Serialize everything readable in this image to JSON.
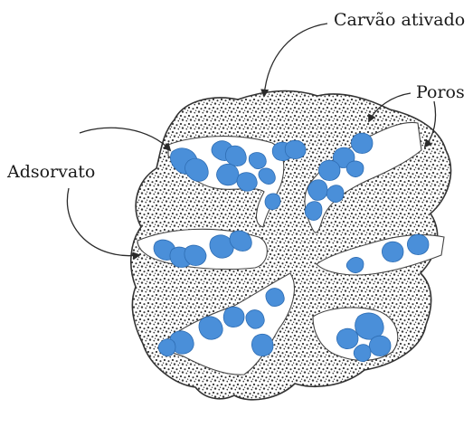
{
  "labels": {
    "activated_carbon": "Carvão ativado",
    "pores": "Poros",
    "adsorbate": "Adsorvato"
  },
  "colors": {
    "adsorbate_fill": "#4a8fd9",
    "adsorbate_stroke": "#2e6db3",
    "carbon_speckle": "#3a3a3a",
    "carbon_background": "#ffffff",
    "outline": "#333333",
    "arrow": "#2a2a2a"
  }
}
